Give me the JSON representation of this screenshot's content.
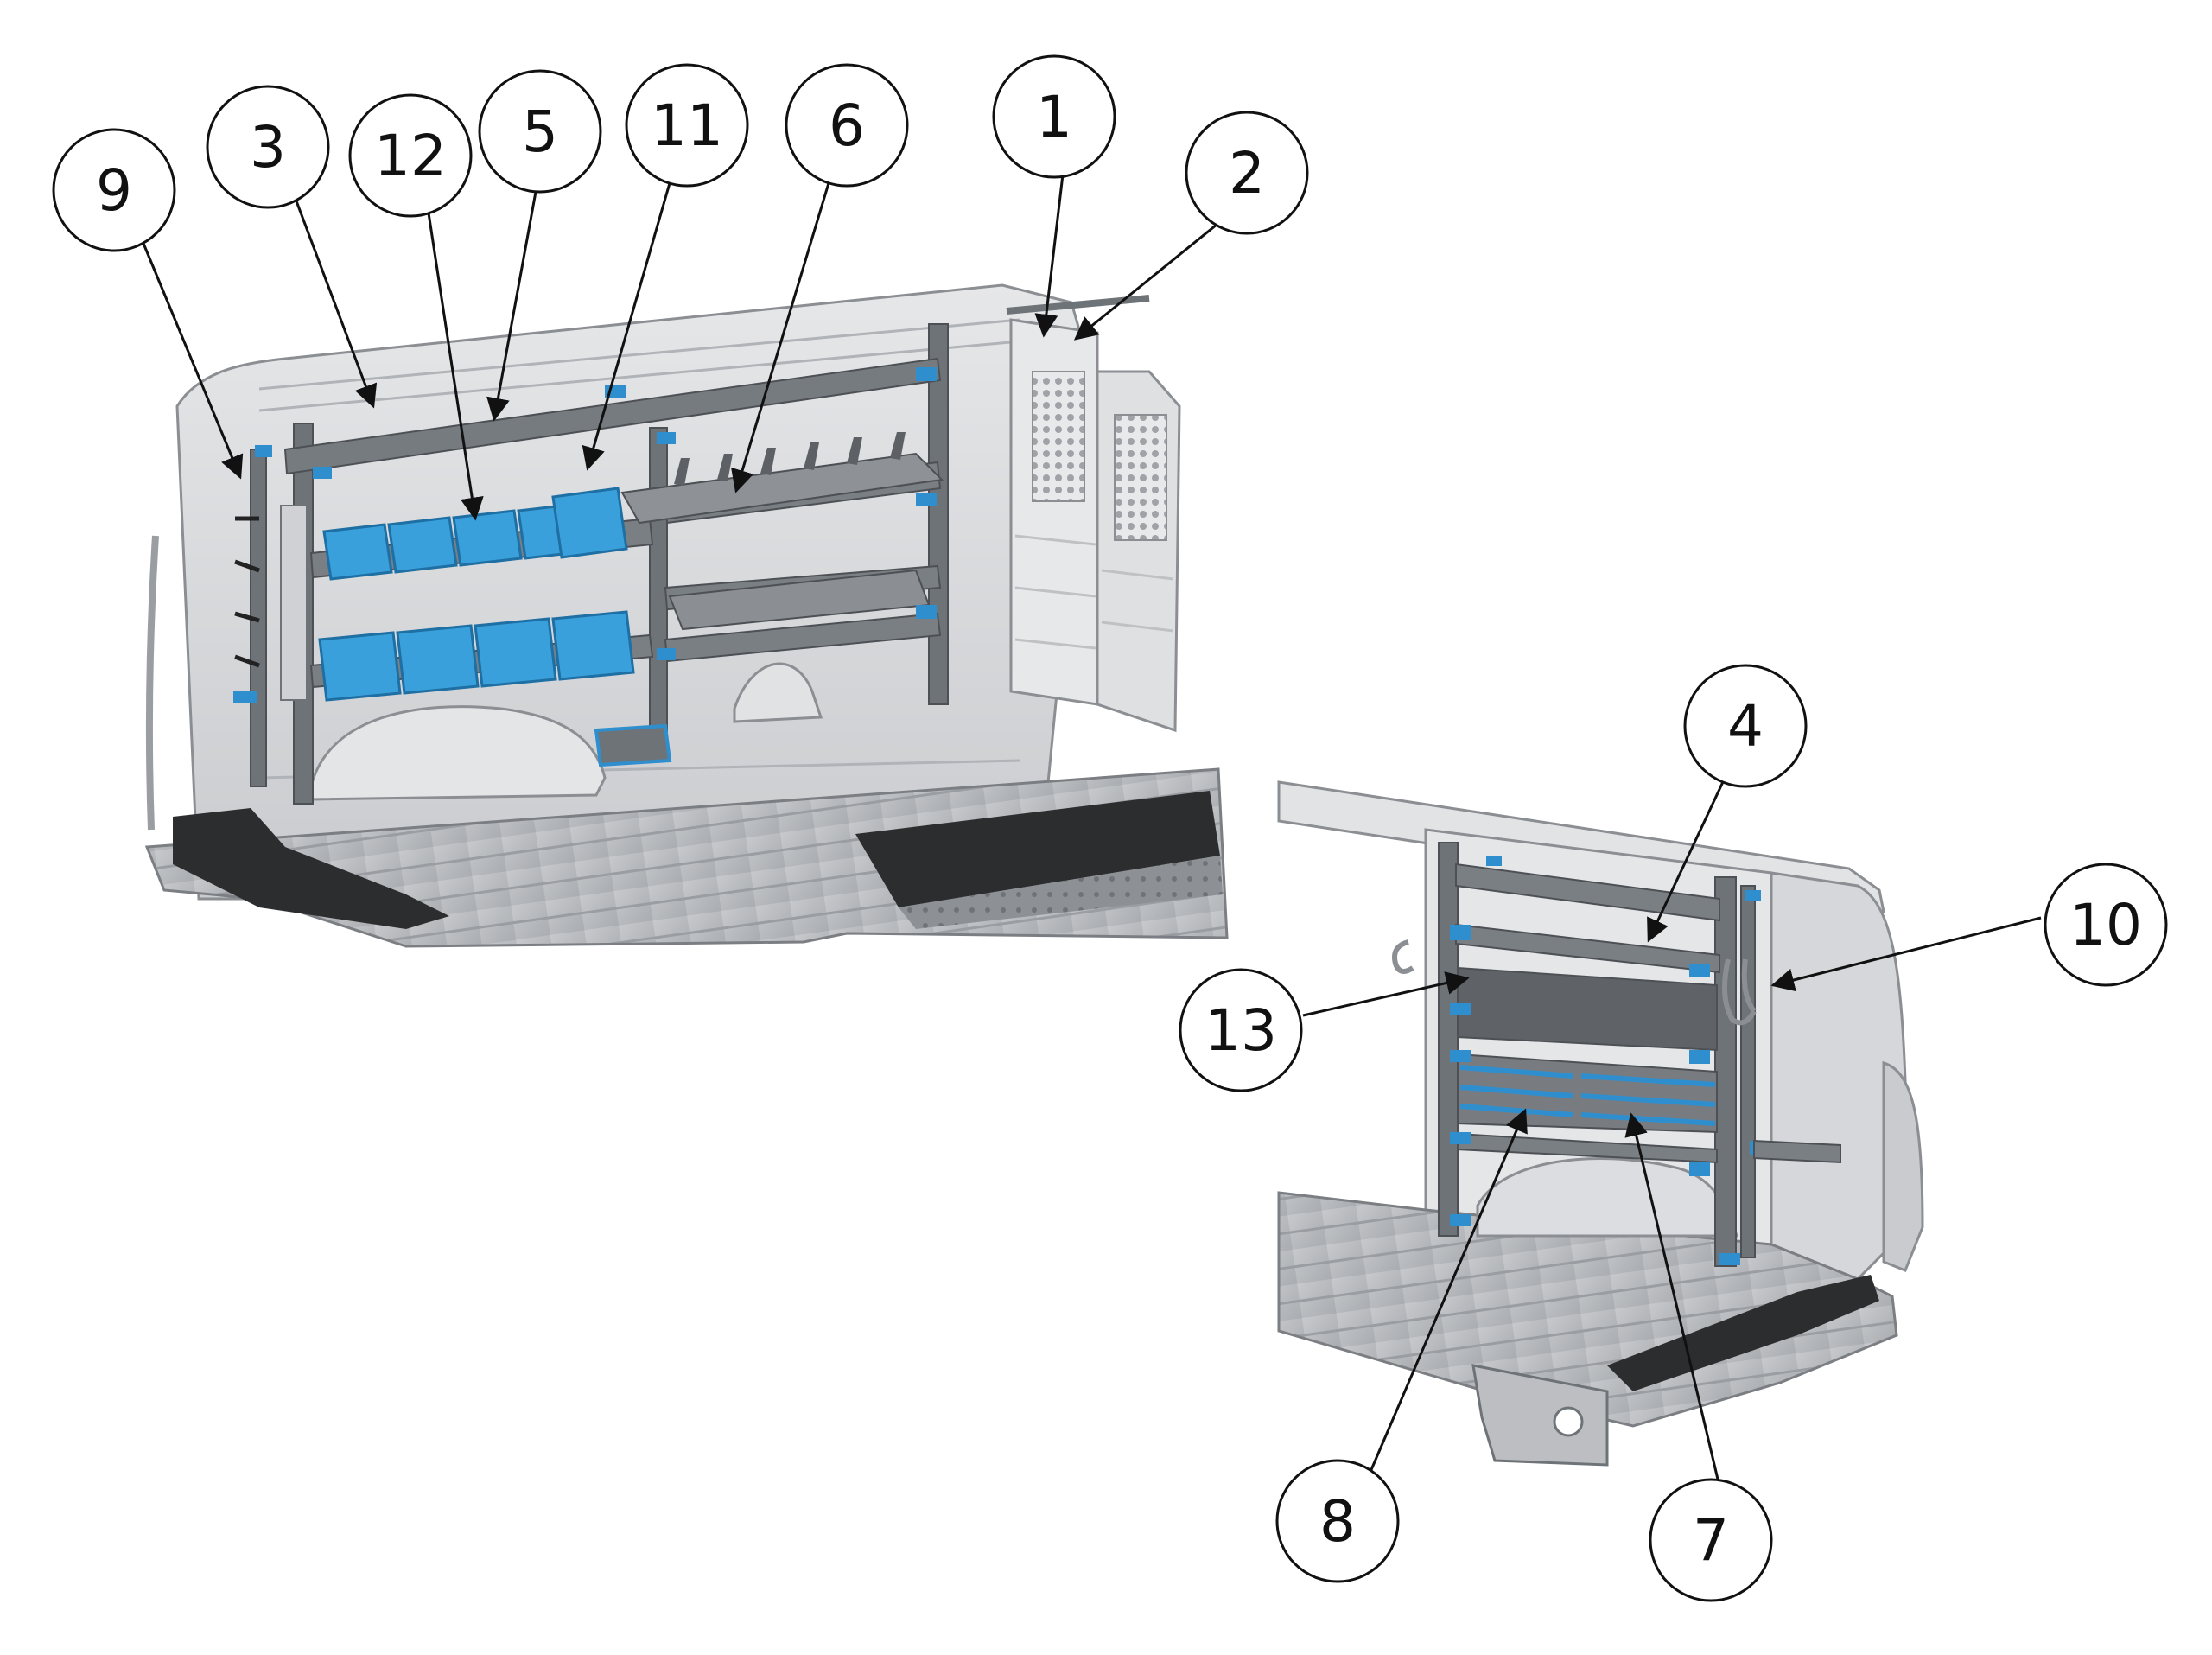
{
  "callouts": [
    {
      "id": "c1",
      "label": "1"
    },
    {
      "id": "c2",
      "label": "2"
    },
    {
      "id": "c3",
      "label": "3"
    },
    {
      "id": "c4",
      "label": "4"
    },
    {
      "id": "c5",
      "label": "5"
    },
    {
      "id": "c6",
      "label": "6"
    },
    {
      "id": "c7",
      "label": "7"
    },
    {
      "id": "c8",
      "label": "8"
    },
    {
      "id": "c9",
      "label": "9"
    },
    {
      "id": "c10",
      "label": "10"
    },
    {
      "id": "c11",
      "label": "11"
    },
    {
      "id": "c12",
      "label": "12"
    },
    {
      "id": "c13",
      "label": "13"
    }
  ],
  "colors": {
    "shelf_blue": "#2f8fce",
    "bin_blue": "#3aa0db",
    "frame_gray": "#6e7378",
    "wall_gray": "#d9dadc",
    "floor_gray": "#b9bbbe",
    "mat_dark": "#2c2d2f",
    "line": "#111111"
  }
}
